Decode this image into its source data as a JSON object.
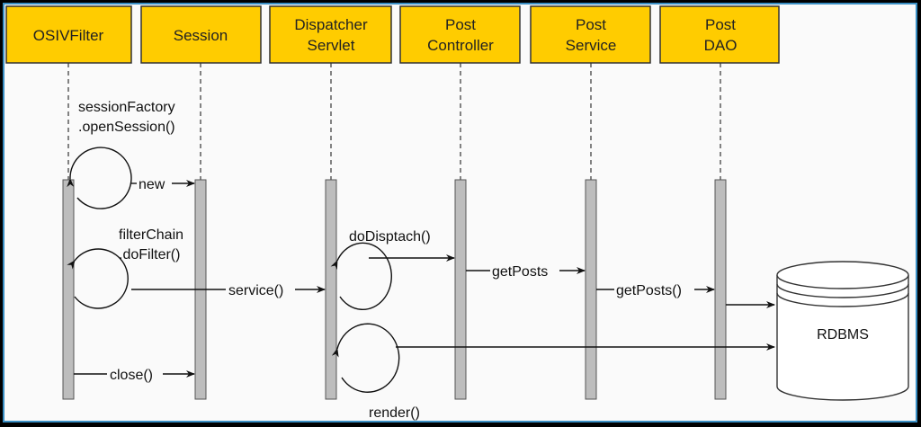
{
  "participants": [
    {
      "lines": [
        "OSIVFilter"
      ]
    },
    {
      "lines": [
        "Session"
      ]
    },
    {
      "lines": [
        "Dispatcher",
        "Servlet"
      ]
    },
    {
      "lines": [
        "Post",
        "Controller"
      ]
    },
    {
      "lines": [
        "Post",
        "Service"
      ]
    },
    {
      "lines": [
        "Post",
        "DAO"
      ]
    }
  ],
  "messages": {
    "open_session": [
      "sessionFactory",
      ".openSession()"
    ],
    "new": "new",
    "do_filter": [
      "filterChain",
      ".doFilter()"
    ],
    "service": "service()",
    "close": "close()",
    "do_dispatch": "doDisptach()",
    "get_posts_1": "getPosts",
    "get_posts_2": "getPosts()",
    "render": "render()"
  },
  "database": {
    "label": "RDBMS"
  },
  "colors": {
    "header": "#ffcc00",
    "activation": "#bdbdbd",
    "frame": "#3a8fc4"
  }
}
